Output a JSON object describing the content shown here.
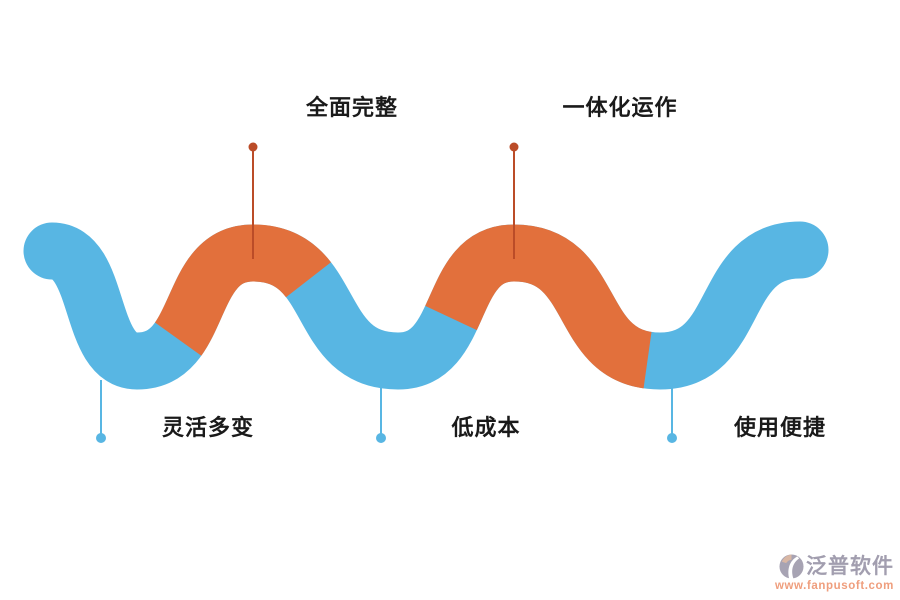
{
  "diagram": {
    "title_hint": "serpentine feature ribbon",
    "top_labels": [
      {
        "label": "全面完整"
      },
      {
        "label": "一体化运作"
      }
    ],
    "bottom_labels": [
      {
        "label": "灵活多变"
      },
      {
        "label": "低成本"
      },
      {
        "label": "使用便捷"
      }
    ],
    "colors": {
      "ribbon_blue": "#58b6e3",
      "ribbon_orange": "#e2703c",
      "marker_orange": "#bb4c28",
      "marker_blue": "#58b6e3",
      "label_text": "#1a1a1a"
    }
  },
  "watermark": {
    "brand": "泛普软件",
    "url": "www.fanpusoft.com",
    "brand_color": "#a29eaf",
    "url_color": "#ef9e7d"
  }
}
